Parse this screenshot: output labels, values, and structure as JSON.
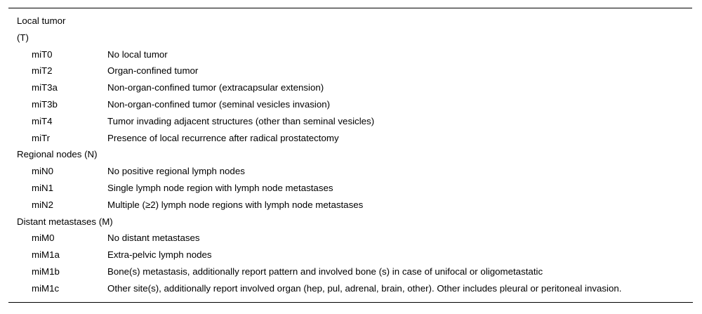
{
  "table": {
    "sections": [
      {
        "header_lines": [
          "Local tumor",
          "(T)"
        ],
        "rows": [
          {
            "code": "miT0",
            "desc": "No local tumor"
          },
          {
            "code": "miT2",
            "desc": "Organ-confined tumor"
          },
          {
            "code": "miT3a",
            "desc": "Non-organ-confined tumor (extracapsular extension)"
          },
          {
            "code": "miT3b",
            "desc": "Non-organ-confined tumor (seminal vesicles invasion)"
          },
          {
            "code": "miT4",
            "desc": "Tumor invading adjacent structures (other than seminal vesicles)"
          },
          {
            "code": "miTr",
            "desc": "Presence of local recurrence after radical prostatectomy"
          }
        ]
      },
      {
        "header_lines": [
          "Regional nodes (N)"
        ],
        "rows": [
          {
            "code": "miN0",
            "desc": "No positive regional lymph nodes"
          },
          {
            "code": "miN1",
            "desc": "Single lymph node region with lymph node metastases"
          },
          {
            "code": "miN2",
            "desc": "Multiple (≥2) lymph node regions with lymph node metastases"
          }
        ]
      },
      {
        "header_lines": [
          "Distant metastases (M)"
        ],
        "rows": [
          {
            "code": "miM0",
            "desc": "No distant metastases"
          },
          {
            "code": "miM1a",
            "desc": "Extra-pelvic lymph nodes"
          },
          {
            "code": "miM1b",
            "desc": "Bone(s) metastasis, additionally report pattern and involved bone (s) in case of unifocal or oligometastatic"
          },
          {
            "code": "miM1c",
            "desc": "Other site(s), additionally report involved organ (hep, pul, adrenal, brain, other). Other includes pleural or peritoneal invasion."
          }
        ]
      }
    ]
  }
}
